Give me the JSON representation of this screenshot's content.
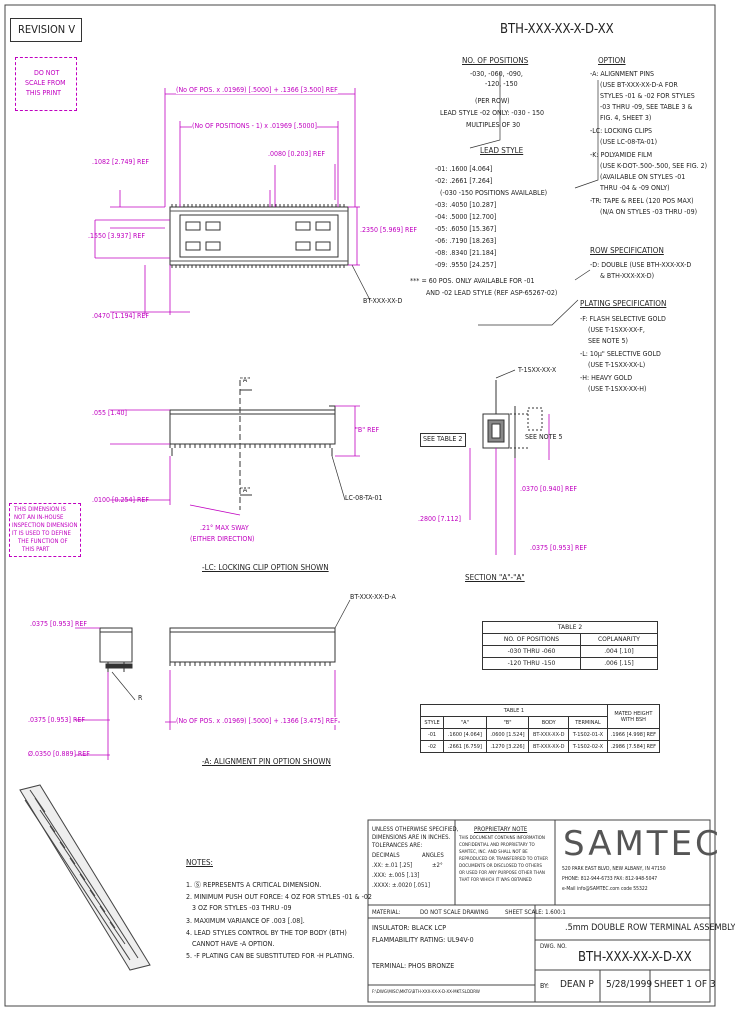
{
  "header": {
    "revision": "REVISION V",
    "part_number": "BTH-XXX-XX-X-D-XX",
    "do_not_scale": [
      "DO NOT",
      "SCALE FROM",
      "THIS PRINT"
    ]
  },
  "spec": {
    "positions_heading": "NO. OF POSITIONS",
    "positions_lines": [
      "-030, -060, -090,",
      "-120, -150",
      "(PER ROW)",
      "LEAD STYLE -02 ONLY: -030 - 150",
      "MULTIPLES OF 30"
    ],
    "lead_style_heading": "LEAD STYLE",
    "lead_styles": [
      "-01: .1600 [4.064]",
      "-02: .2661 [7.264]",
      "(-030 -150 POSITIONS AVAILABLE)",
      "-03: .4050 [10.287]",
      "-04: .5000 [12.700]",
      "-05: .6050 [15.367]",
      "-06: .7190 [18.263]",
      "-08: .8340 [21.184]",
      "-09: .9550 [24.257]"
    ],
    "lead_note": [
      "*** = 60 POS. ONLY AVAILABLE FOR -01",
      "AND -02 LEAD STYLE (REF ASP-65267-02)"
    ],
    "option_heading": "OPTION",
    "options": [
      "-A: ALIGNMENT PINS",
      "(USE BT-XXX-XX-D-A FOR",
      "STYLES -01 & -02 FOR STYLES",
      "-03 THRU -09, SEE TABLE 3 &",
      "FIG. 4, SHEET 3)",
      "-LC: LOCKING CLIPS",
      "(USE LC-08-TA-01)",
      "-K: POLYAMIDE FILM",
      "(USE K-DOT-.500-.500, SEE FIG. 2)",
      "(AVAILABLE ON STYLES -01",
      "THRU -04 & -09 ONLY)",
      "-TR: TAPE & REEL (120 POS MAX)",
      "(N/A ON STYLES -03 THRU -09)"
    ],
    "row_heading": "ROW SPECIFICATION",
    "row_lines": [
      "-D: DOUBLE (USE BTH-XXX-XX-D",
      "& BTH-XXX-XX-D)"
    ],
    "plating_heading": "PLATING SPECIFICATION",
    "plating_lines": [
      "-F: FLASH SELECTIVE GOLD",
      "(USE T-1SXX-XX-F,",
      "SEE NOTE 5)",
      "-L: 10µ\" SELECTIVE GOLD",
      "(USE T-1SXX-XX-L)",
      "-H: HEAVY GOLD",
      "(USE T-1SXX-XX-H)"
    ]
  },
  "dims": {
    "top_a": "(No OF POS. x .01969) [.5000] + .1366 [3.500] REF",
    "top_b": "(No OF POSITIONS - 1) x .01969 [.5000]",
    "d1": ".1082 [2.749] REF",
    "d2": ".0080 [0.203] REF",
    "d3": ".1550 [3.937] REF",
    "d4": ".2350 [5.969] REF",
    "d5": ".0470 [1.194] REF",
    "d6": ".055 [1.40]",
    "d7": "\"B\" REF",
    "d8": ".0100 [0.254] REF",
    "d9": ".2800 [7.112]",
    "d10": ".0370 [0.940] REF",
    "d11": ".0375 [0.953] REF",
    "d12": ".0375 [0.953] REF",
    "d13": ".0375 [0.953] REF",
    "d14": "Ø.0350 [0.889] REF",
    "d15": "(No OF POS. x .01969) [.5000] + .1366 [3.475] REF",
    "sway": ".21° MAX SWAY",
    "sway2": "(EITHER DIRECTION)",
    "bt_label": "BT-XXX-XX-D",
    "bt_label2": "BT-XXX-XX-D-A",
    "lc_label": "LC-08-TA-01",
    "t_label": "T-1SXX-XX-X",
    "see_table": "SEE TABLE 2",
    "see_note": "SEE NOTE 5",
    "a_mark": "\"A\"",
    "r_mark": "R",
    "inhouse": [
      "THIS DIMENSION IS",
      "NOT AN IN-HOUSE",
      "INSPECTION DIMENSION",
      "IT IS USED TO DEFINE",
      "THE FUNCTION OF",
      "THIS PART"
    ],
    "cap_lc": "-LC: LOCKING CLIP OPTION SHOWN",
    "cap_sec": "SECTION \"A\"-\"A\"",
    "cap_a": "-A: ALIGNMENT PIN OPTION SHOWN"
  },
  "table2": {
    "title": "TABLE 2",
    "head": [
      "NO. OF POSITIONS",
      "COPLANARITY"
    ],
    "rows": [
      [
        "-030 THRU -060",
        ".004 [.10]"
      ],
      [
        "-120 THRU -150",
        ".006 [.15]"
      ]
    ]
  },
  "table1": {
    "title": "TABLE 1",
    "head": [
      "STYLE",
      "\"A\"",
      "\"B\"",
      "BODY",
      "TERMINAL",
      "MATED HEIGHT WITH BSH"
    ],
    "rows": [
      [
        "-01",
        ".1600 [4.064]",
        ".0600 [1.524]",
        "BT-XXX-XX-D",
        "T-1S02-01-X",
        ".1966 [4.998] REF"
      ],
      [
        "-02",
        ".2661 [6.759]",
        ".1270 [3.226]",
        "BT-XXX-XX-D",
        "T-1S02-02-X",
        ".2986 [7.584] REF"
      ]
    ]
  },
  "notes": {
    "heading": "NOTES:",
    "items": [
      "1. Ⓢ REPRESENTS A CRITICAL DIMENSION.",
      "2. MINIMUM PUSH OUT FORCE: 4 OZ FOR STYLES -01 & -02",
      "   3 OZ FOR STYLES -03 THRU -09",
      "3. MAXIMUM VARIANCE OF .003 [.08].",
      "4. LEAD STYLES CONTROL BY THE TOP BODY (BTH)",
      "   CANNOT HAVE -A OPTION.",
      "5. -F PLATING CAN BE SUBSTITUTED FOR -H PLATING."
    ]
  },
  "title_block": {
    "unless": [
      "UNLESS OTHERWISE SPECIFIED,",
      "DIMENSIONS ARE IN INCHES.",
      "TOLERANCES ARE:"
    ],
    "tol": [
      "DECIMALS",
      "ANGLES",
      ".XX: ±.01 [.25]",
      "±2°",
      ".XXX: ±.005 [.13]",
      ".XXXX: ±.0020 [.051]"
    ],
    "prop_heading": "PROPRIETARY NOTE",
    "prop_lines": [
      "THIS DOCUMENT CONTAINS INFORMATION",
      "CONFIDENTIAL AND PROPRIETARY TO",
      "SAMTEC, INC. AND SHALL NOT BE",
      "REPRODUCED OR TRANSFERRED TO OTHER",
      "DOCUMENTS OR DISCLOSED TO OTHERS",
      "OR USED FOR ANY PURPOSE OTHER THAN",
      "THAT FOR WHICH IT WAS OBTAINED"
    ],
    "company": "SAMTEC",
    "address": [
      "520 PARK EAST BLVD, NEW ALBANY, IN 47150",
      "PHONE: 812-944-6733  FAX: 812-948-5047",
      "e-Mail info@SAMTEC.com   code 55322"
    ],
    "material_label": "MATERIAL:",
    "do_not_scale": "DO NOT SCALE DRAWING",
    "sheet_scale": "SHEET SCALE: 1.600:1",
    "insulator": "INSULATOR: BLACK LCP",
    "flam": "FLAMMABILITY RATING: UL94V-0",
    "terminal": "TERMINAL: PHOS BRONZE",
    "path": "F:\\DWG\\MISC\\MKTG\\BTH-XXX-XX-X-D-XX-MKT.SLDDRW",
    "desc": ".5mm DOUBLE ROW TERMINAL ASSEMBLY",
    "dwg_no_label": "DWG. NO.",
    "dwg_no": "BTH-XXX-XX-X-D-XX",
    "by_label": "BY:",
    "by": "DEAN P",
    "date": "5/28/1999",
    "sheet": "SHEET 1 OF 3"
  }
}
